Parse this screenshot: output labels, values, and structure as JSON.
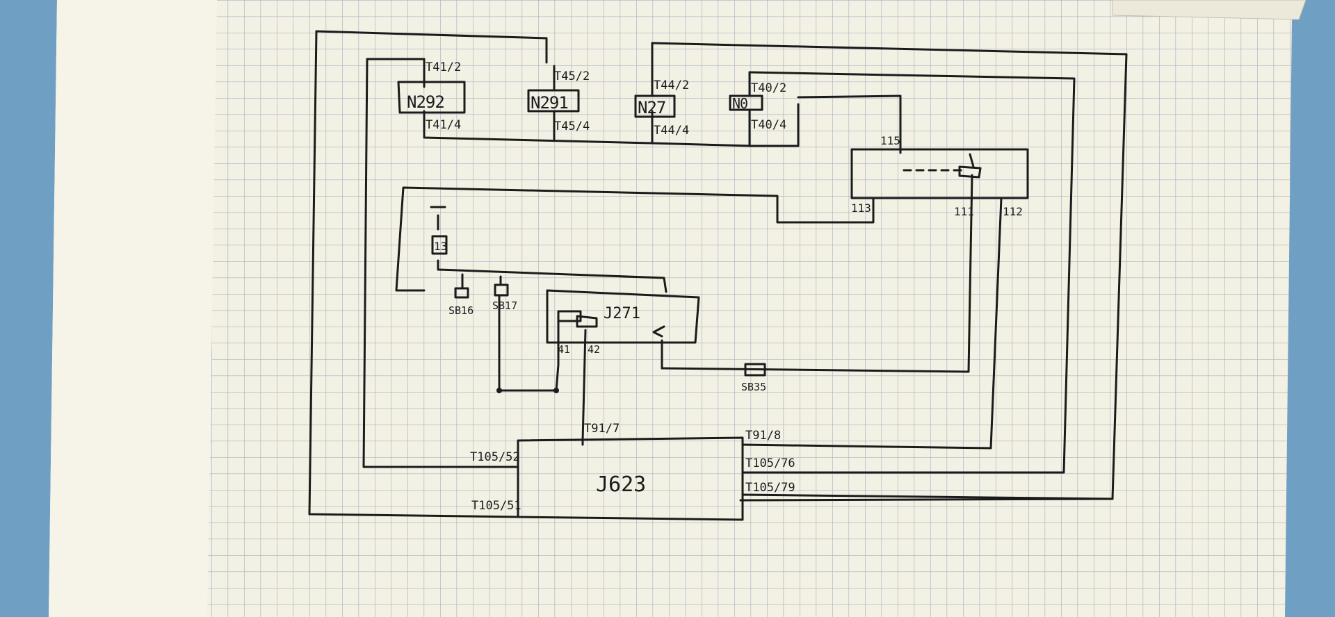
{
  "colors": {
    "desk": "#6f9fc2",
    "paper": "#f3f0e4",
    "margin_paper": "#f6f3e8",
    "grid": "#a7b3c1",
    "ink": "#1b1b1b"
  },
  "nodes": {
    "n292": "N292",
    "n291": "N291",
    "n27": "N27",
    "n0": "N0",
    "b13": "13",
    "j271": "J271",
    "j623": "J623"
  },
  "pins": {
    "t41_2": "T41/2",
    "t41_4": "T41/4",
    "t45_2": "T45/2",
    "t45_4": "T45/4",
    "t44_2": "T44/2",
    "t44_4": "T44/4",
    "t40_2": "T40/2",
    "t40_4": "T40/4",
    "p115": "115",
    "p113": "113",
    "p111": "111",
    "p112": "112",
    "p41": "41",
    "p42": "42",
    "sb16": "SB16",
    "sb17": "SB17",
    "sb35": "SB35",
    "t91_7": "T91/7",
    "t91_8": "T91/8",
    "t105_52": "T105/52",
    "t105_51": "T105/51",
    "t105_76": "T105/76",
    "t105_79": "T105/79"
  }
}
